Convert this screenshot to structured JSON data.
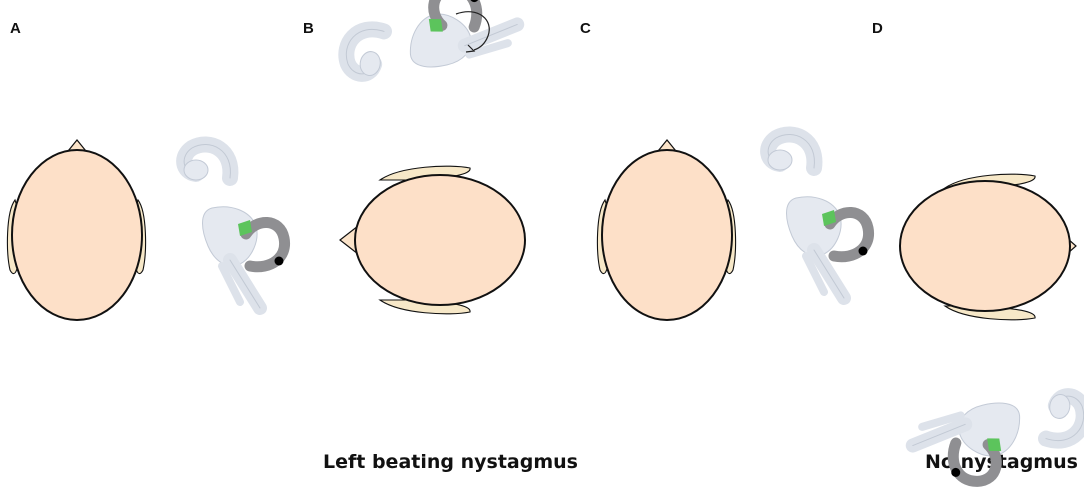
{
  "panels": [
    {
      "letter": "A",
      "caption": ""
    },
    {
      "letter": "B",
      "caption": "Left beating nystagmus"
    },
    {
      "letter": "C",
      "caption": ""
    },
    {
      "letter": "D",
      "caption": "No nystagmus"
    }
  ],
  "colors": {
    "head": "#fde0c8",
    "ear": "#f7e8c8",
    "outline": "#111111",
    "labyrinth": "#e5e9f0",
    "canal_highlight": "#8f8f92",
    "ampulla": "#5cc45c",
    "otolith": "#000000"
  },
  "icons": [
    "head-top-view",
    "inner-ear-labyrinth",
    "rotation-arrow"
  ]
}
